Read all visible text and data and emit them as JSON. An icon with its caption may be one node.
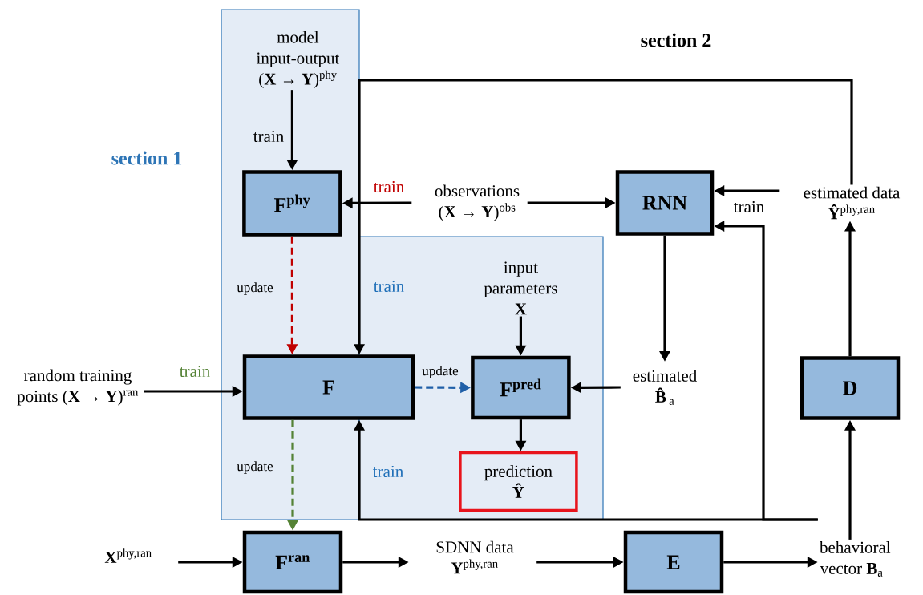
{
  "diagram": {
    "nodes": [
      {
        "text": [
          "section 1"
        ]
      },
      {
        "text": [],
        "shape": "box"
      },
      {
        "text": [
          "model input-output (**X** → **Y**)$^{phy}$"
        ],
        "in": 0
      },
      {
        "text": [
          "F$^{phy}$"
        ],
        "in": 0
      },
      {
        "text": [
          "observations (**X** → **Y**)$^{obs}$"
        ]
      },
      {
        "text": [
          "RNN"
        ]
      },
      {
        "text": [
          "estimated data **Ŷ**$^{phy,ran}$"
        ]
      },
      {
        "text": [
          "input parameters **X**"
        ],
        "in": 1
      },
      {
        "text": [
          "random training points (**X** → **Y**)$^{ran}$"
        ]
      },
      {
        "text": [
          "F"
        ]
      },
      {
        "text": [
          "F$^{pred}$"
        ],
        "in": 1
      },
      {
        "text": [
          "estimated **B̂**$_{a}$"
        ]
      },
      {
        "text": [
          "D"
        ]
      },
      {
        "text": [
          "prediction **Ŷ**"
        ],
        "in": 1
      },
      {
        "text": [
          "**X**$^{phy,ran}$"
        ]
      },
      {
        "text": [
          "F$^{ran}$"
        ]
      },
      {
        "text": [
          "SDNN data **Y**$^{phy,ran}$"
        ]
      },
      {
        "text": [
          "E"
        ]
      },
      {
        "text": [
          "behavioral vector **B**$_{a}$"
        ]
      }
    ],
    "edges": [
      {
        "from": 2,
        "to": 3,
        "arrow": "to",
        "label": "train"
      },
      {
        "from": 4,
        "to": 3,
        "arrow": "to",
        "label": "train"
      },
      {
        "from": 4,
        "to": 5,
        "arrow": "to"
      },
      {
        "from": 6,
        "to": 5,
        "arrow": "to",
        "label": "train"
      },
      {
        "from": 6,
        "to": 9,
        "arrow": "to",
        "label": "train"
      },
      {
        "from": 3,
        "to": 9,
        "arrow": "to",
        "label": "update",
        "style": "dashed",
        "color": "#c00000"
      },
      {
        "from": 8,
        "to": 9,
        "arrow": "to",
        "label": "train"
      },
      {
        "from": 9,
        "to": 10,
        "arrow": "to",
        "label": "update",
        "style": "dashed",
        "color": "#1f5fa8"
      },
      {
        "from": 7,
        "to": 10,
        "arrow": "to"
      },
      {
        "from": 11,
        "to": 10,
        "arrow": "to"
      },
      {
        "from": 10,
        "to": 13,
        "arrow": "to"
      },
      {
        "from": 5,
        "to": 11,
        "arrow": "to"
      },
      {
        "from": 9,
        "to": 15,
        "arrow": "to",
        "label": "update",
        "style": "dashed",
        "color": "#548235"
      },
      {
        "from": 14,
        "to": 15,
        "arrow": "to"
      },
      {
        "from": 15,
        "to": 16,
        "arrow": "to"
      },
      {
        "from": 16,
        "to": 17,
        "arrow": "to"
      },
      {
        "from": 17,
        "to": 18,
        "arrow": "to"
      },
      {
        "from": 18,
        "to": 12,
        "arrow": "to"
      },
      {
        "from": 12,
        "to": 6,
        "arrow": "to"
      },
      {
        "from": 18,
        "to": 9,
        "arrow": "to",
        "label": "train"
      },
      {
        "from": 18,
        "to": 5,
        "arrow": "to"
      }
    ],
    "labels": [
      "section 2"
    ]
  }
}
